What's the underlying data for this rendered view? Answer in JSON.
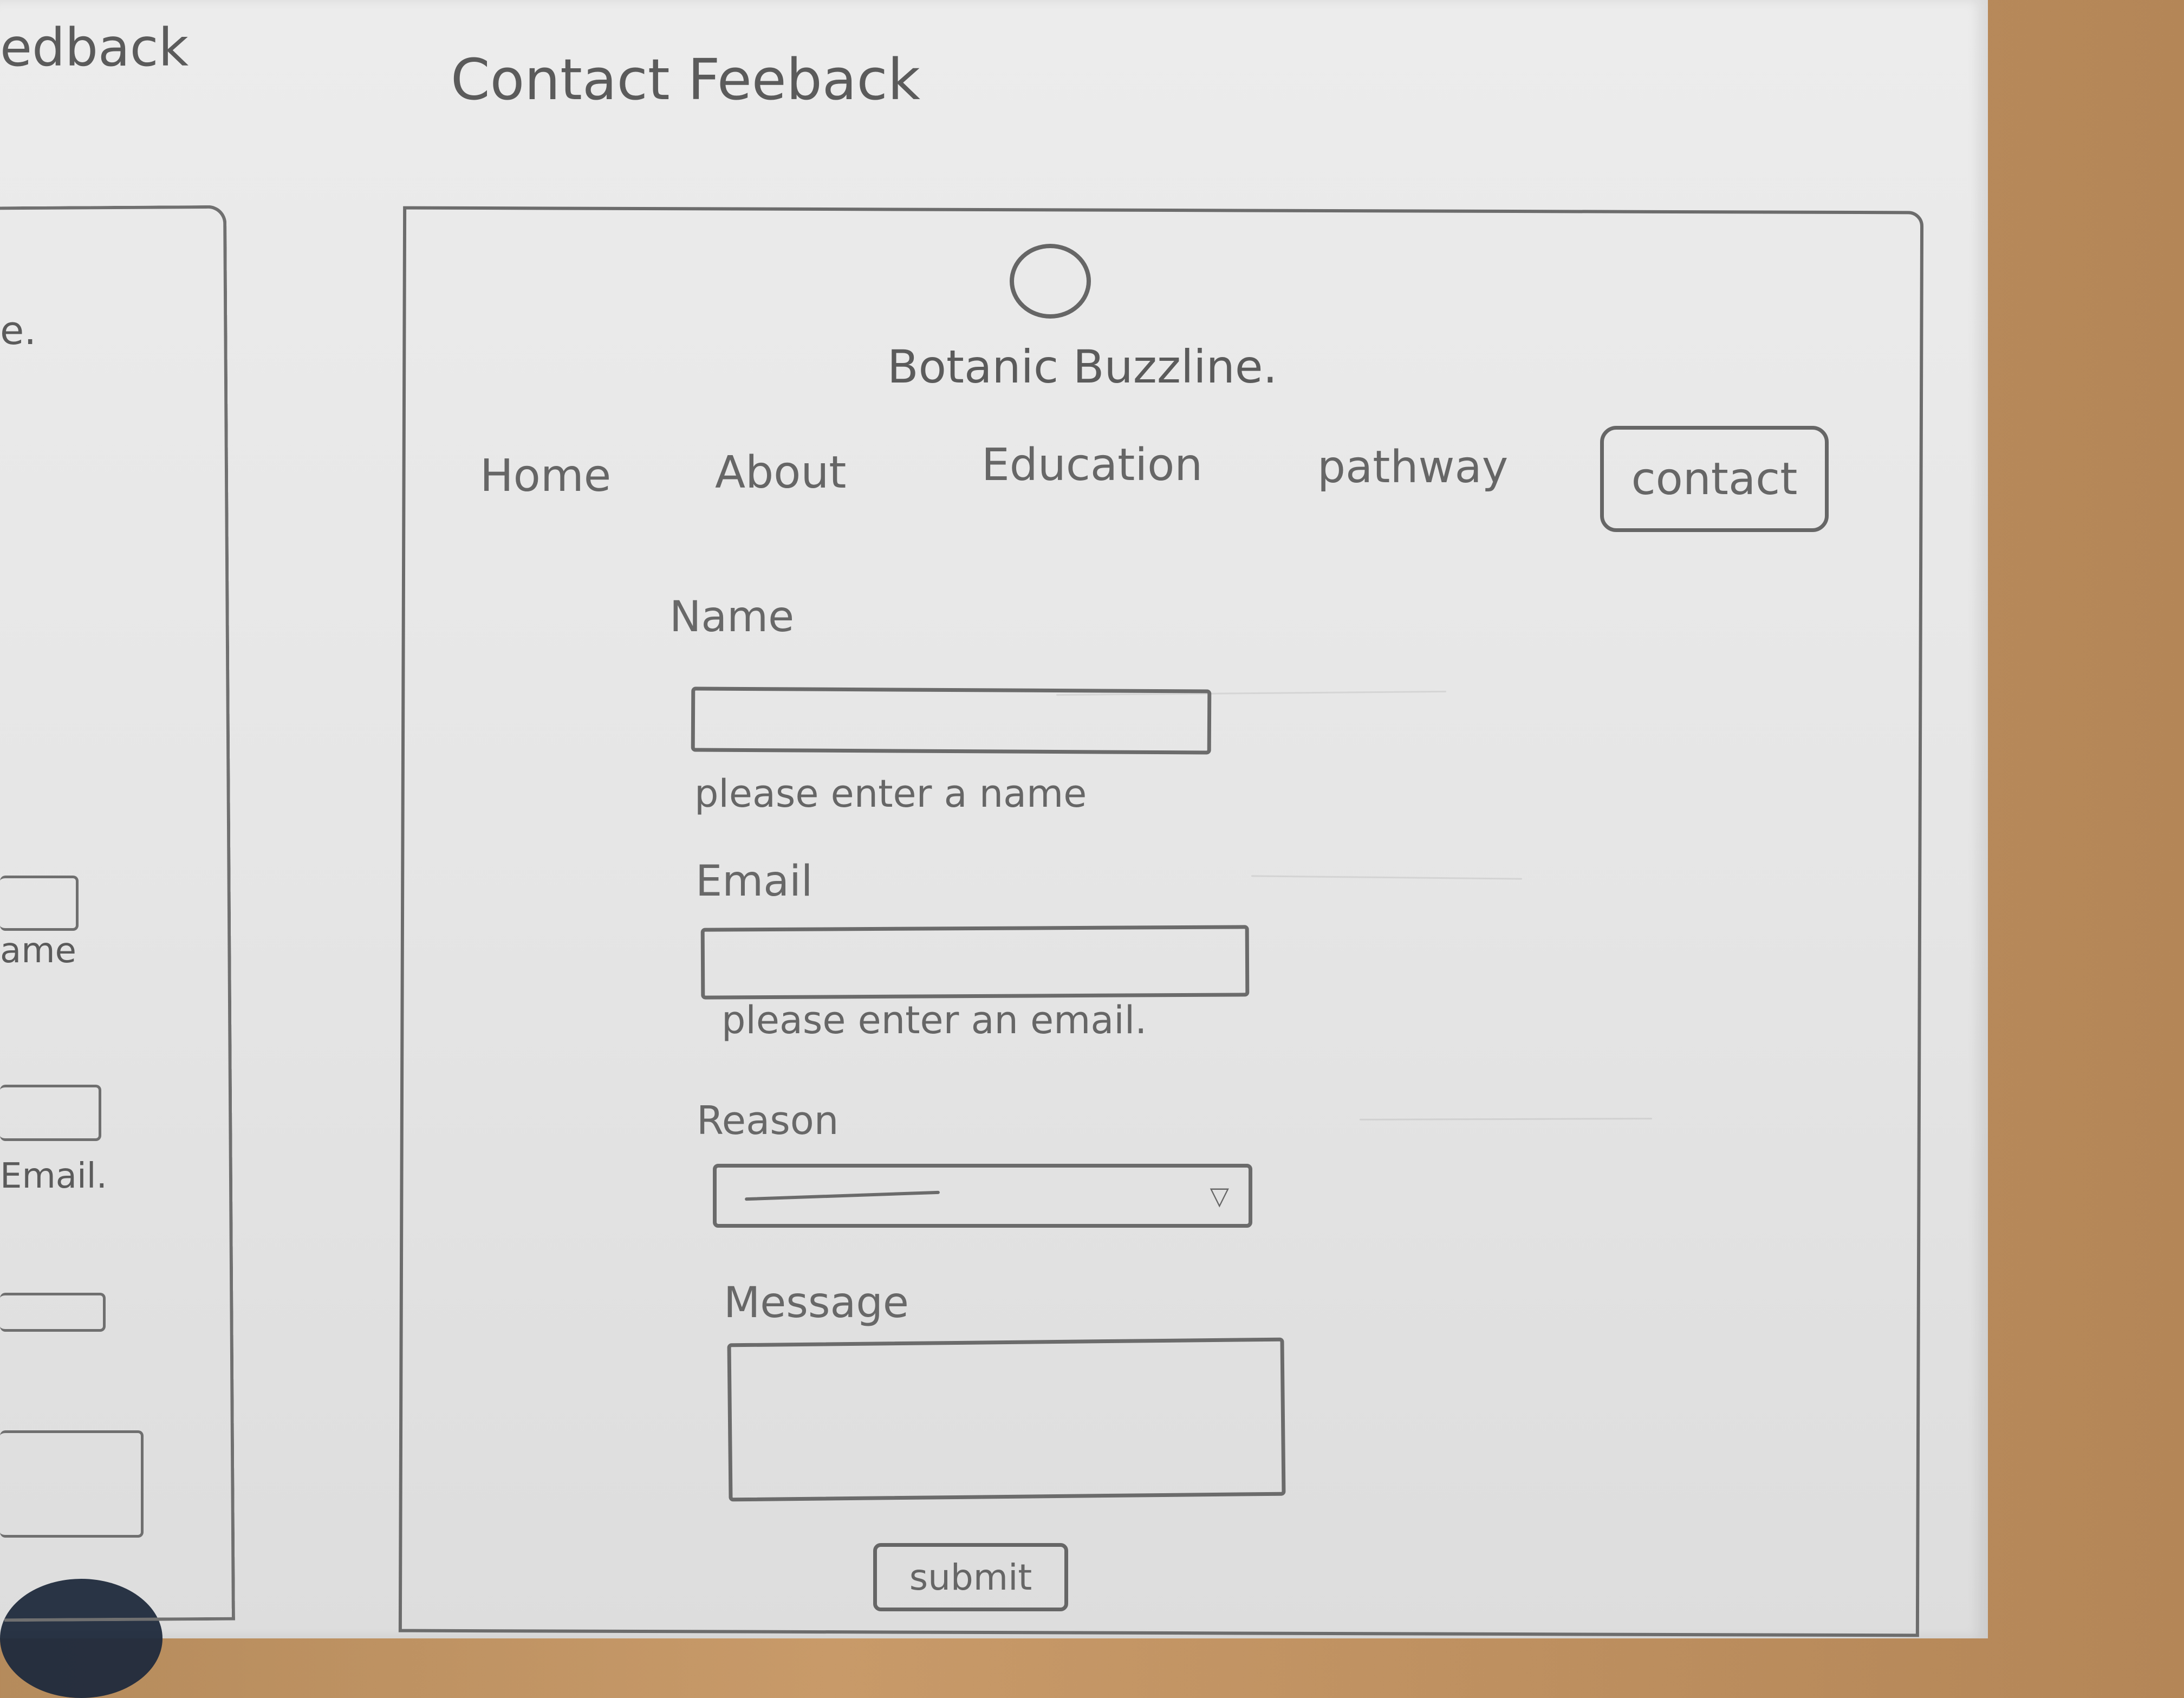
{
  "sheet": {
    "left_heading_fragment": "edback",
    "left_fragment_one": "e.",
    "left_fragment_two": "ame",
    "left_fragment_three": "Email.",
    "title": "Contact Feeback"
  },
  "app": {
    "name": "Botanic Buzzline."
  },
  "nav": {
    "items": [
      {
        "label": "Home"
      },
      {
        "label": "About"
      },
      {
        "label": "Education"
      },
      {
        "label": "pathway"
      },
      {
        "label": "contact"
      }
    ]
  },
  "form": {
    "name_label": "Name",
    "name_value": "",
    "name_help": "please enter a name",
    "email_label": "Email",
    "email_value": "",
    "email_help": "please enter an email.",
    "reason_label": "Reason",
    "reason_selected": "",
    "message_label": "Message",
    "message_value": "",
    "submit_label": "submit"
  },
  "icons": {
    "dropdown": "dropdown-arrow-icon",
    "logo": "circle-logo-icon"
  }
}
